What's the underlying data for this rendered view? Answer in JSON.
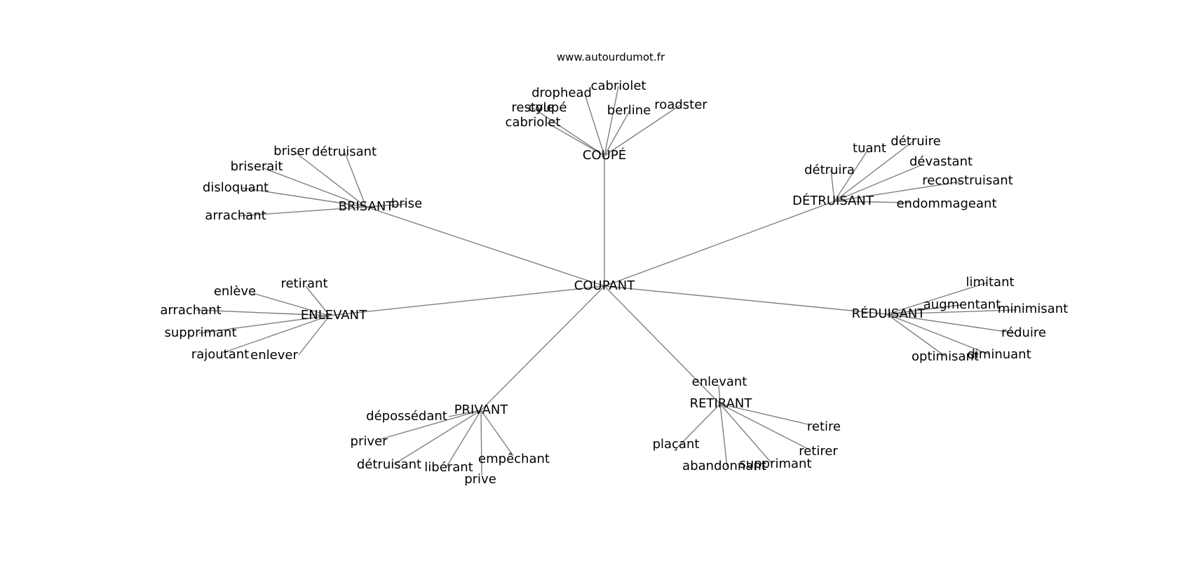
{
  "credit": "www.autourdumot.fr",
  "root": "COUPANT",
  "groups": [
    {
      "label": "COUPÉ",
      "children": [
        "dropheadcoupé",
        "cabriolet",
        "restyle",
        "cabriolet",
        "berline",
        "roadster"
      ]
    },
    {
      "label": "BRISANT",
      "children": [
        "briser",
        "détruisant",
        "briserait",
        "disloquant",
        "arrachant",
        "brise"
      ]
    },
    {
      "label": "DÉTRUISANT",
      "children": [
        "tuant",
        "détruire",
        "détruira",
        "dévastant",
        "reconstruisant",
        "endommageant"
      ]
    },
    {
      "label": "ENLEVANT",
      "children": [
        "retirant",
        "enlève",
        "arrachant",
        "supprimant",
        "rajoutant",
        "enlever"
      ]
    },
    {
      "label": "RÉDUISANT",
      "children": [
        "limitant",
        "augmentant",
        "minimisant",
        "réduire",
        "diminuant",
        "optimisant"
      ]
    },
    {
      "label": "PRIVANT",
      "children": [
        "dépossédant",
        "priver",
        "détruisant",
        "libérant",
        "empêchant",
        "prive"
      ]
    },
    {
      "label": "RETIRANT",
      "children": [
        "enlevant",
        "retire",
        "plaçant",
        "retirer",
        "abandonnant",
        "supprimant"
      ]
    }
  ]
}
